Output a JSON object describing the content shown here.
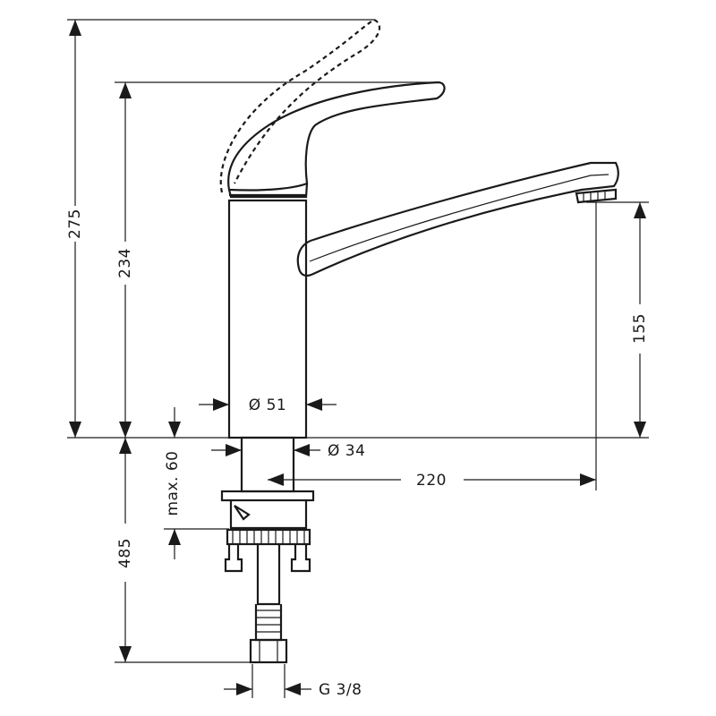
{
  "dimensions": {
    "total_height": "275",
    "handle_height": "234",
    "spout_height": "155",
    "body_diameter": "Ø 51",
    "shank_diameter": "Ø 34",
    "spout_reach": "220",
    "max_thickness": "max. 60",
    "hose_length": "485",
    "connection_thread": "G 3/8"
  },
  "colors": {
    "line": "#1a1a1a",
    "background": "#ffffff"
  }
}
